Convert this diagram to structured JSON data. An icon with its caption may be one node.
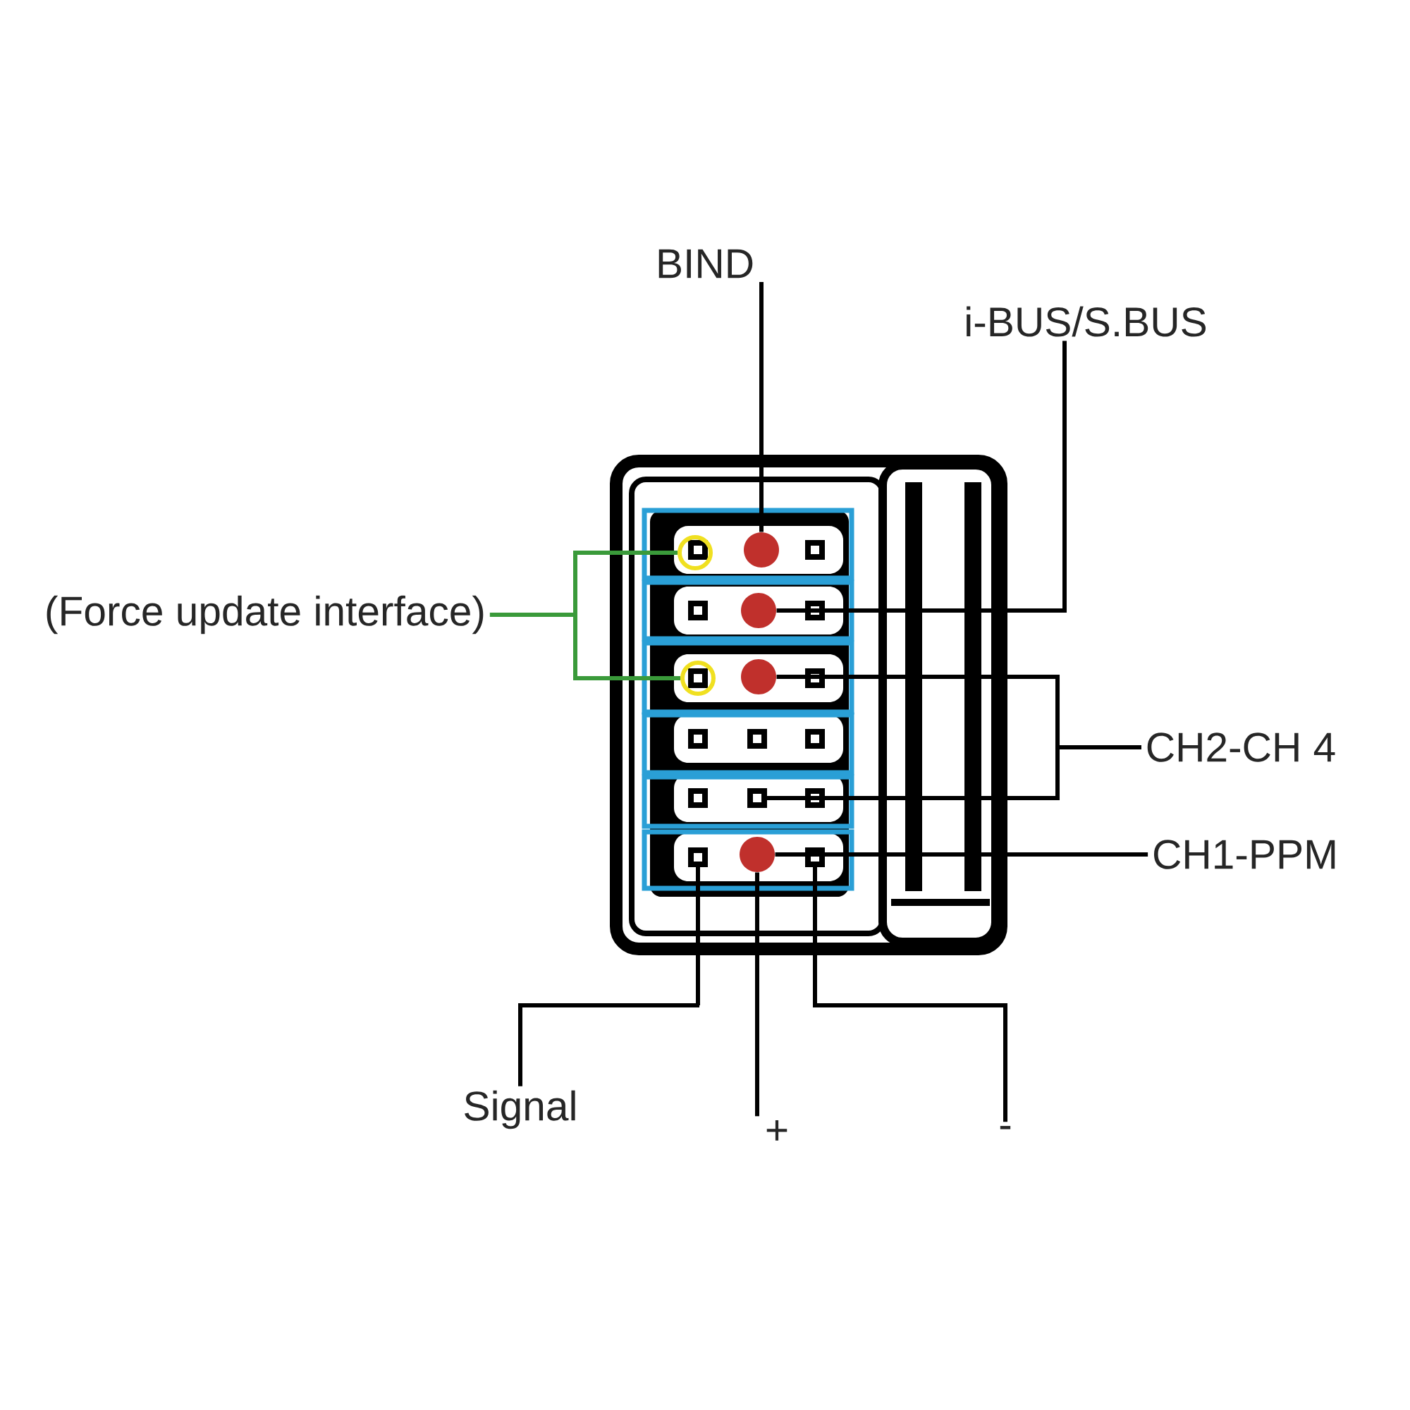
{
  "diagram": {
    "nodes": [
      {
        "text": [
          "BIND"
        ]
      },
      {
        "text": [
          "i-BUS/S.BUS"
        ]
      },
      {
        "text": [
          "(Force update interface)"
        ]
      },
      {
        "text": [
          "CH2-CH 4"
        ]
      },
      {
        "text": [
          "CH1-PPM"
        ]
      },
      {
        "text": [
          "Signal"
        ]
      },
      {
        "text": [
          "+"
        ]
      },
      {
        "text": [
          "-"
        ]
      },
      {
        "text": [],
        "shape": "circle"
      },
      {
        "text": [],
        "shape": "circle"
      },
      {
        "text": [],
        "shape": "circle"
      },
      {
        "text": [],
        "shape": "circle"
      },
      {
        "text": [],
        "shape": "circle"
      },
      {
        "text": [],
        "shape": "box"
      },
      {
        "text": [],
        "shape": "box"
      },
      {
        "text": [],
        "shape": "circle"
      },
      {
        "text": [],
        "shape": "box"
      }
    ],
    "edges": [
      {
        "from": 0,
        "to": 9,
        "arrow": "none"
      },
      {
        "from": 1,
        "to": 10,
        "arrow": "none"
      },
      {
        "from": 2,
        "to": 8,
        "arrow": "none",
        "color": "#3a9a3a"
      },
      {
        "from": 2,
        "to": 11,
        "arrow": "none",
        "color": "#3a9a3a"
      },
      {
        "from": 3,
        "to": 12,
        "arrow": "none"
      },
      {
        "from": 3,
        "to": 13,
        "arrow": "none"
      },
      {
        "from": 4,
        "to": 15,
        "arrow": "none"
      },
      {
        "from": 5,
        "to": 14,
        "arrow": "none"
      },
      {
        "from": 6,
        "to": 15,
        "arrow": "none"
      },
      {
        "from": 7,
        "to": 16,
        "arrow": "none"
      }
    ]
  }
}
